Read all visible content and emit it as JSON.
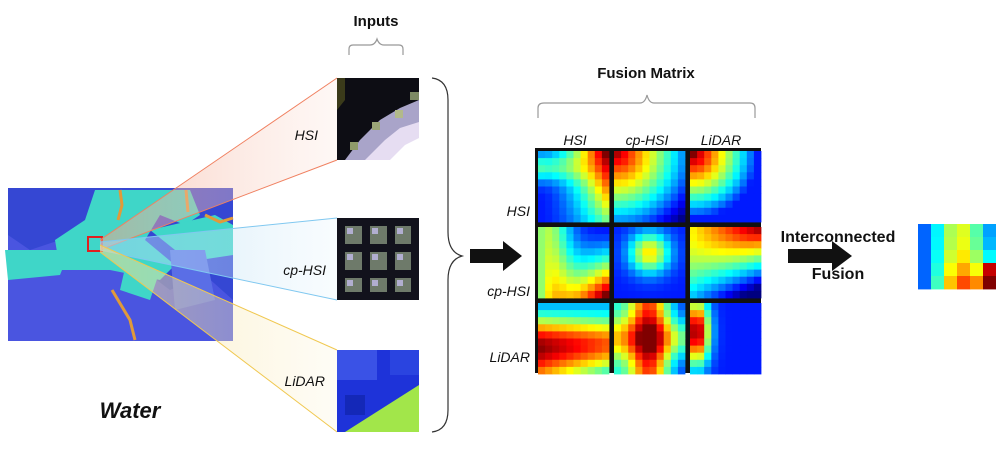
{
  "labels": {
    "inputs_title": "Inputs",
    "fusion_matrix_title": "Fusion Matrix",
    "input_hsi": "HSI",
    "input_cphsi": "cp-HSI",
    "input_lidar": "LiDAR",
    "col_hsi": "HSI",
    "col_cphsi": "cp-HSI",
    "col_lidar": "LiDAR",
    "row_hsi": "HSI",
    "row_cphsi": "cp-HSI",
    "row_lidar": "LiDAR",
    "interconnected": "Interconnected",
    "fusion": "Fusion",
    "class_name": "Water"
  },
  "colors": {
    "map_bg": "#4a55e0",
    "map_water": "#3fd6c8",
    "map_dark": "#2c3fc9",
    "map_road": "#e09a3a",
    "hsi_line": "#f08060",
    "cphsi_line": "#80c8f0",
    "lidar_line": "#f0c850",
    "highlight_box": "#e02020",
    "grid_border": "#111111"
  }
}
